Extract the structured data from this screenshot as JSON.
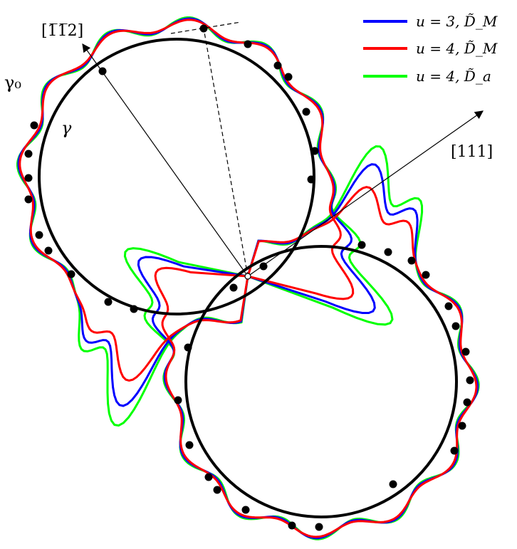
{
  "labels": {
    "dir_upper": "[1̅1̅2]",
    "dir_right": "[111]",
    "gamma0": "γ₀",
    "gamma": "γ"
  },
  "legend": [
    {
      "text": "u = 3, D̃_M",
      "color": "#0000ff"
    },
    {
      "text": "u = 4, D̃_M",
      "color": "#ff0000"
    },
    {
      "text": "u = 4, D̃_a",
      "color": "#00ff00"
    }
  ],
  "colors": {
    "blue": "#0000ff",
    "red": "#ff0000",
    "green": "#00ff00",
    "black": "#000000"
  }
}
